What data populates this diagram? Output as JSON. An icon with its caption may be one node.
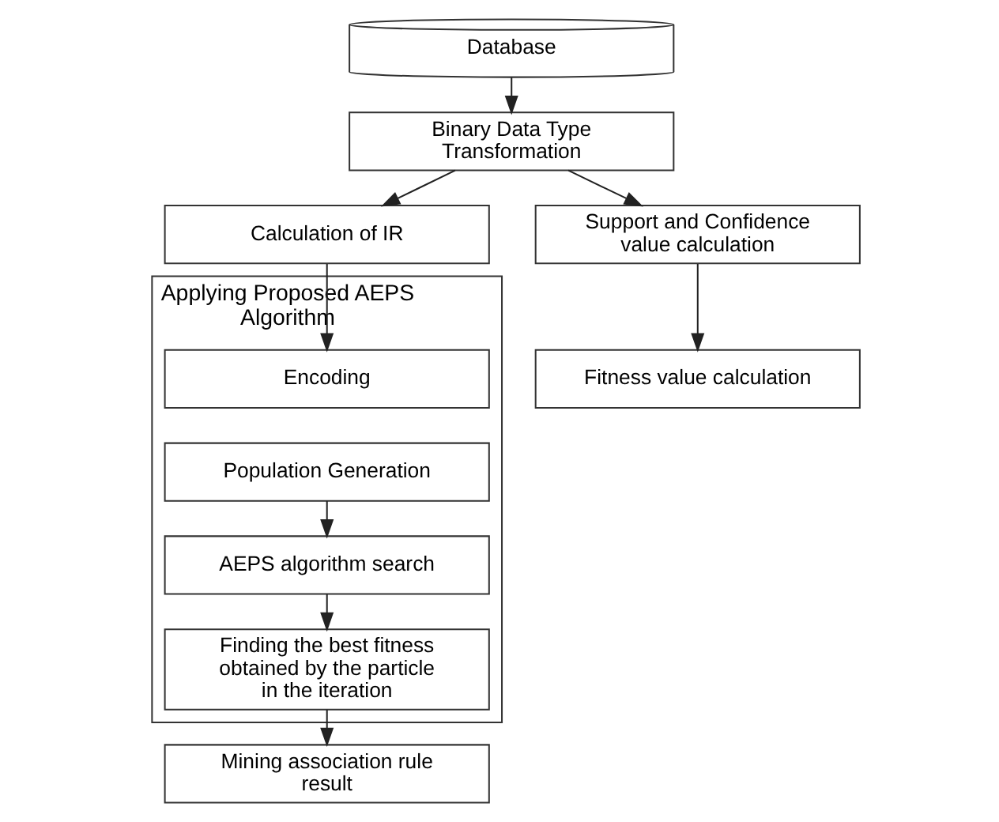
{
  "diagram": {
    "nodes": [
      {
        "text": [
          "Database"
        ]
      },
      {
        "text": [
          "Binary Data Type Transformation"
        ]
      },
      {
        "text": [
          "Calculation of IR"
        ]
      },
      {
        "text": [
          "Applying Proposed AEPS Algorithm"
        ]
      },
      {
        "text": [
          "Encoding"
        ],
        "in": 3
      },
      {
        "text": [
          "Population Generation"
        ],
        "in": 3
      },
      {
        "text": [
          "AEPS algorithm search"
        ],
        "in": 3
      },
      {
        "text": [
          "Finding the best fitness obtained by the particle in the iteration"
        ],
        "in": 3
      },
      {
        "text": [
          "Support and Confidence value calculation"
        ]
      },
      {
        "text": [
          "Fitness value calculation"
        ]
      },
      {
        "text": [
          "Mining association rule result"
        ]
      }
    ],
    "edges": [
      {
        "from": 0,
        "to": 1,
        "arrow": "to"
      },
      {
        "from": 1,
        "to": 2,
        "arrow": "to"
      },
      {
        "from": 1,
        "to": 8,
        "arrow": "to"
      },
      {
        "from": 2,
        "to": 4,
        "arrow": "to"
      },
      {
        "from": 8,
        "to": 9,
        "arrow": "to"
      },
      {
        "from": 5,
        "to": 6,
        "arrow": "to"
      },
      {
        "from": 6,
        "to": 7,
        "arrow": "to"
      },
      {
        "from": 7,
        "to": 10,
        "arrow": "to"
      }
    ]
  }
}
